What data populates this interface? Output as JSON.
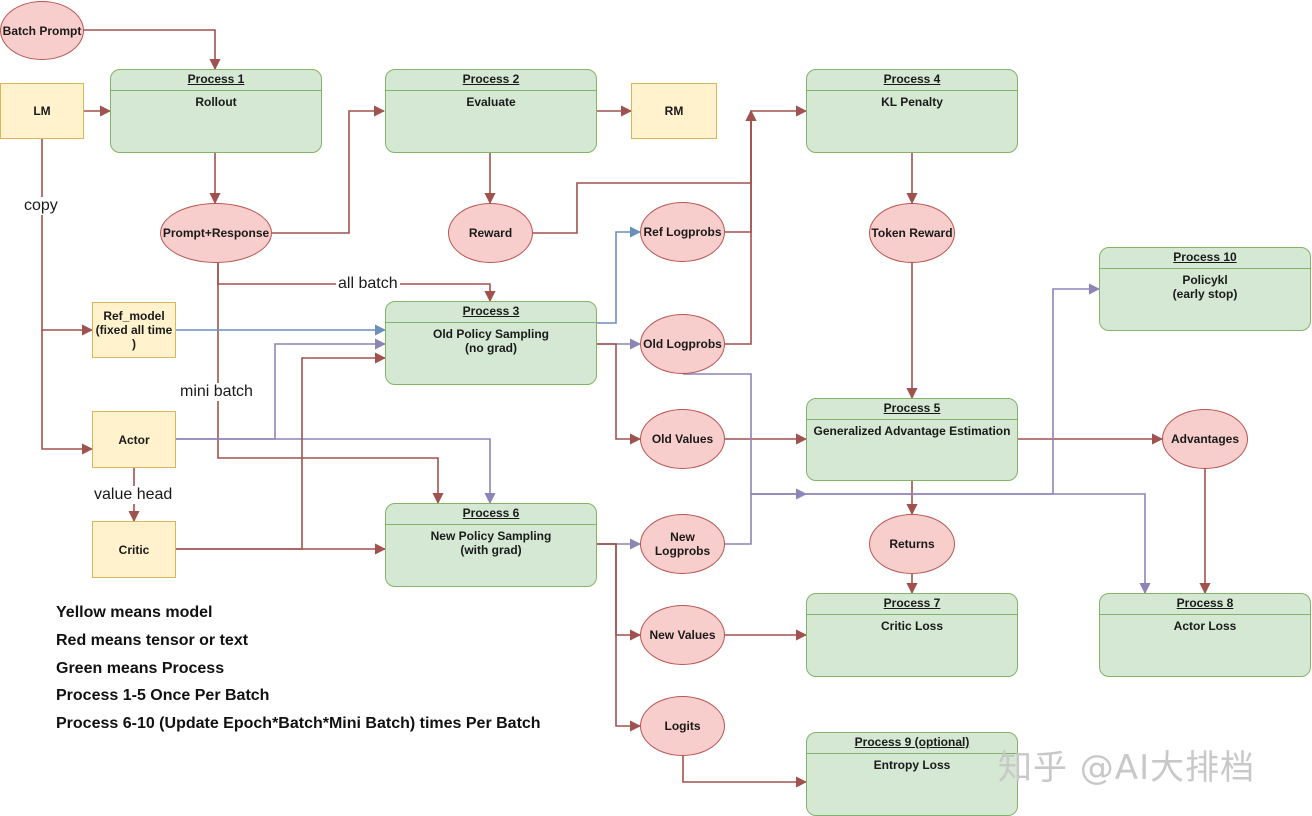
{
  "processes": {
    "p1": {
      "title": "Process 1",
      "body": "Rollout"
    },
    "p2": {
      "title": "Process 2",
      "body": "Evaluate"
    },
    "p3": {
      "title": "Process 3",
      "body": "Old Policy Sampling\n(no grad)"
    },
    "p4": {
      "title": "Process 4",
      "body": "KL Penalty"
    },
    "p5": {
      "title": "Process 5",
      "body": "Generalized Advantage Estimation"
    },
    "p6": {
      "title": "Process 6",
      "body": "New Policy Sampling\n(with grad)"
    },
    "p7": {
      "title": "Process 7",
      "body": "Critic Loss"
    },
    "p8": {
      "title": "Process 8",
      "body": "Actor Loss"
    },
    "p9": {
      "title": "Process 9 (optional)",
      "body": "Entropy Loss"
    },
    "p10": {
      "title": "Process 10",
      "body": "Policykl\n(early stop)"
    }
  },
  "models": {
    "lm": "LM",
    "rm": "RM",
    "ref": "Ref_model\n(fixed all time )",
    "actor": "Actor",
    "critic": "Critic"
  },
  "tensors": {
    "batch_prompt": "Batch Prompt",
    "prompt_response": "Prompt+Response",
    "reward": "Reward",
    "ref_logprobs": "Ref Logprobs",
    "old_logprobs": "Old Logprobs",
    "token_reward": "Token Reward",
    "old_values": "Old Values",
    "advantages": "Advantages",
    "returns": "Returns",
    "new_logprobs": "New Logprobs",
    "new_values": "New Values",
    "logits": "Logits"
  },
  "edge_labels": {
    "copy": "copy",
    "all_batch": "all batch",
    "mini_batch": "mini batch",
    "value_head": "value head"
  },
  "legend": [
    "Yellow means model",
    "Red means tensor or text",
    "Green means Process",
    "Process 1-5 Once Per Batch",
    "Process 6-10 (Update Epoch*Batch*Mini Batch) times Per Batch"
  ],
  "watermark": "知乎 @AI大排档",
  "colors": {
    "process_fill": "#d5e8d4",
    "process_border": "#82b366",
    "model_fill": "#fff2cc",
    "model_border": "#d6b656",
    "tensor_fill": "#f8cecc",
    "tensor_border": "#b85450",
    "edge_red": "#a0524f",
    "edge_blue": "#6c8ebf",
    "edge_purple": "#8f84b8"
  }
}
